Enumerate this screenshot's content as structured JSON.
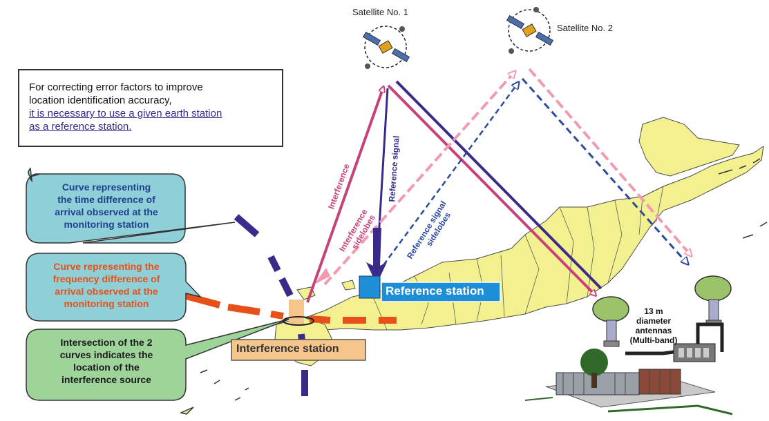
{
  "satellites": {
    "sat1_label": "Satellite No. 1",
    "sat2_label": "Satellite No. 2"
  },
  "note": {
    "line1": "For correcting error factors to improve",
    "line2": "location identification accuracy,",
    "line3": "it is necessary to use a given earth station",
    "line4": "as a reference station."
  },
  "callouts": {
    "tdoa": [
      "Curve representing",
      "the time difference of",
      "arrival observed at the",
      "monitoring station"
    ],
    "fdoa": [
      "Curve representing the",
      "frequency difference of",
      "arrival observed at the",
      "monitoring station"
    ],
    "intersection": [
      "Intersection of the 2",
      "curves indicates the",
      "location of the",
      "interference source"
    ]
  },
  "signal_labels": {
    "interference": "Interference",
    "reference_signal": "Reference signal",
    "interference_sidelobes_1": "Interference",
    "interference_sidelobes_2": "sidelobes",
    "reference_sidelobes_1": "Reference signal",
    "reference_sidelobes_2": "sidelobes"
  },
  "stations": {
    "reference": "Reference station",
    "interference": "Interference station",
    "antennas": [
      "13 m diameter",
      "antennas",
      "(Multi-band)"
    ]
  },
  "colors": {
    "tdoa_text": "#1f3f8f",
    "fdoa_text": "#e8501a",
    "callout_blue_fill": "#8fd0d8",
    "callout_green_fill": "#9ed39a",
    "interference_pink": "#c8417a",
    "light_pink": "#f29bb0",
    "navy": "#3a2a8a",
    "dash_navy": "#2a4aa0",
    "japan_fill": "#f3f08f",
    "ref_station_fill": "#1e8fd6",
    "interf_station_fill": "#f6c58c",
    "tdoa_curve": "#3a2a8a",
    "fdoa_curve": "#e8501a"
  }
}
